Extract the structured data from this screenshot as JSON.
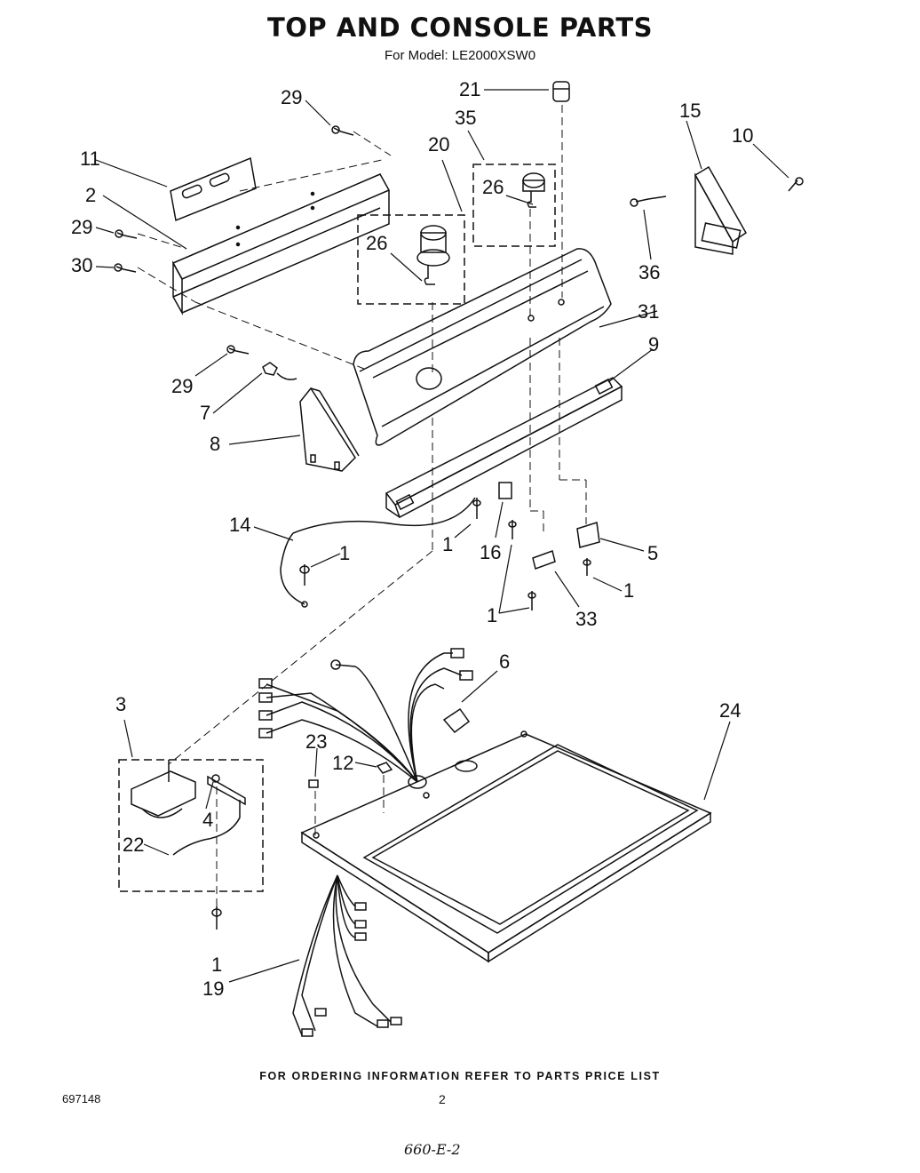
{
  "title": "TOP AND CONSOLE PARTS",
  "subtitle": "For Model: LE2000XSW0",
  "footer_note": "FOR ORDERING INFORMATION REFER TO PARTS PRICE LIST",
  "doc_number": "697148",
  "page_number": "2",
  "handwritten_note": "660-E-2",
  "callouts": {
    "c29a": "29",
    "c21": "21",
    "c35": "35",
    "c20": "20",
    "c11": "11",
    "c2": "2",
    "c26a": "26",
    "c26b": "26",
    "c29b": "29",
    "c30": "30",
    "c15": "15",
    "c10": "10",
    "c36": "36",
    "c31": "31",
    "c9": "9",
    "c29c": "29",
    "c7": "7",
    "c8": "8",
    "c14": "14",
    "c1a": "1",
    "c1b": "1",
    "c16": "16",
    "c5": "5",
    "c1c": "1",
    "c1d": "1",
    "c33": "33",
    "c3": "3",
    "c6": "6",
    "c24": "24",
    "c23": "23",
    "c12": "12",
    "c4": "4",
    "c22": "22",
    "c1e": "1",
    "c19": "19"
  }
}
